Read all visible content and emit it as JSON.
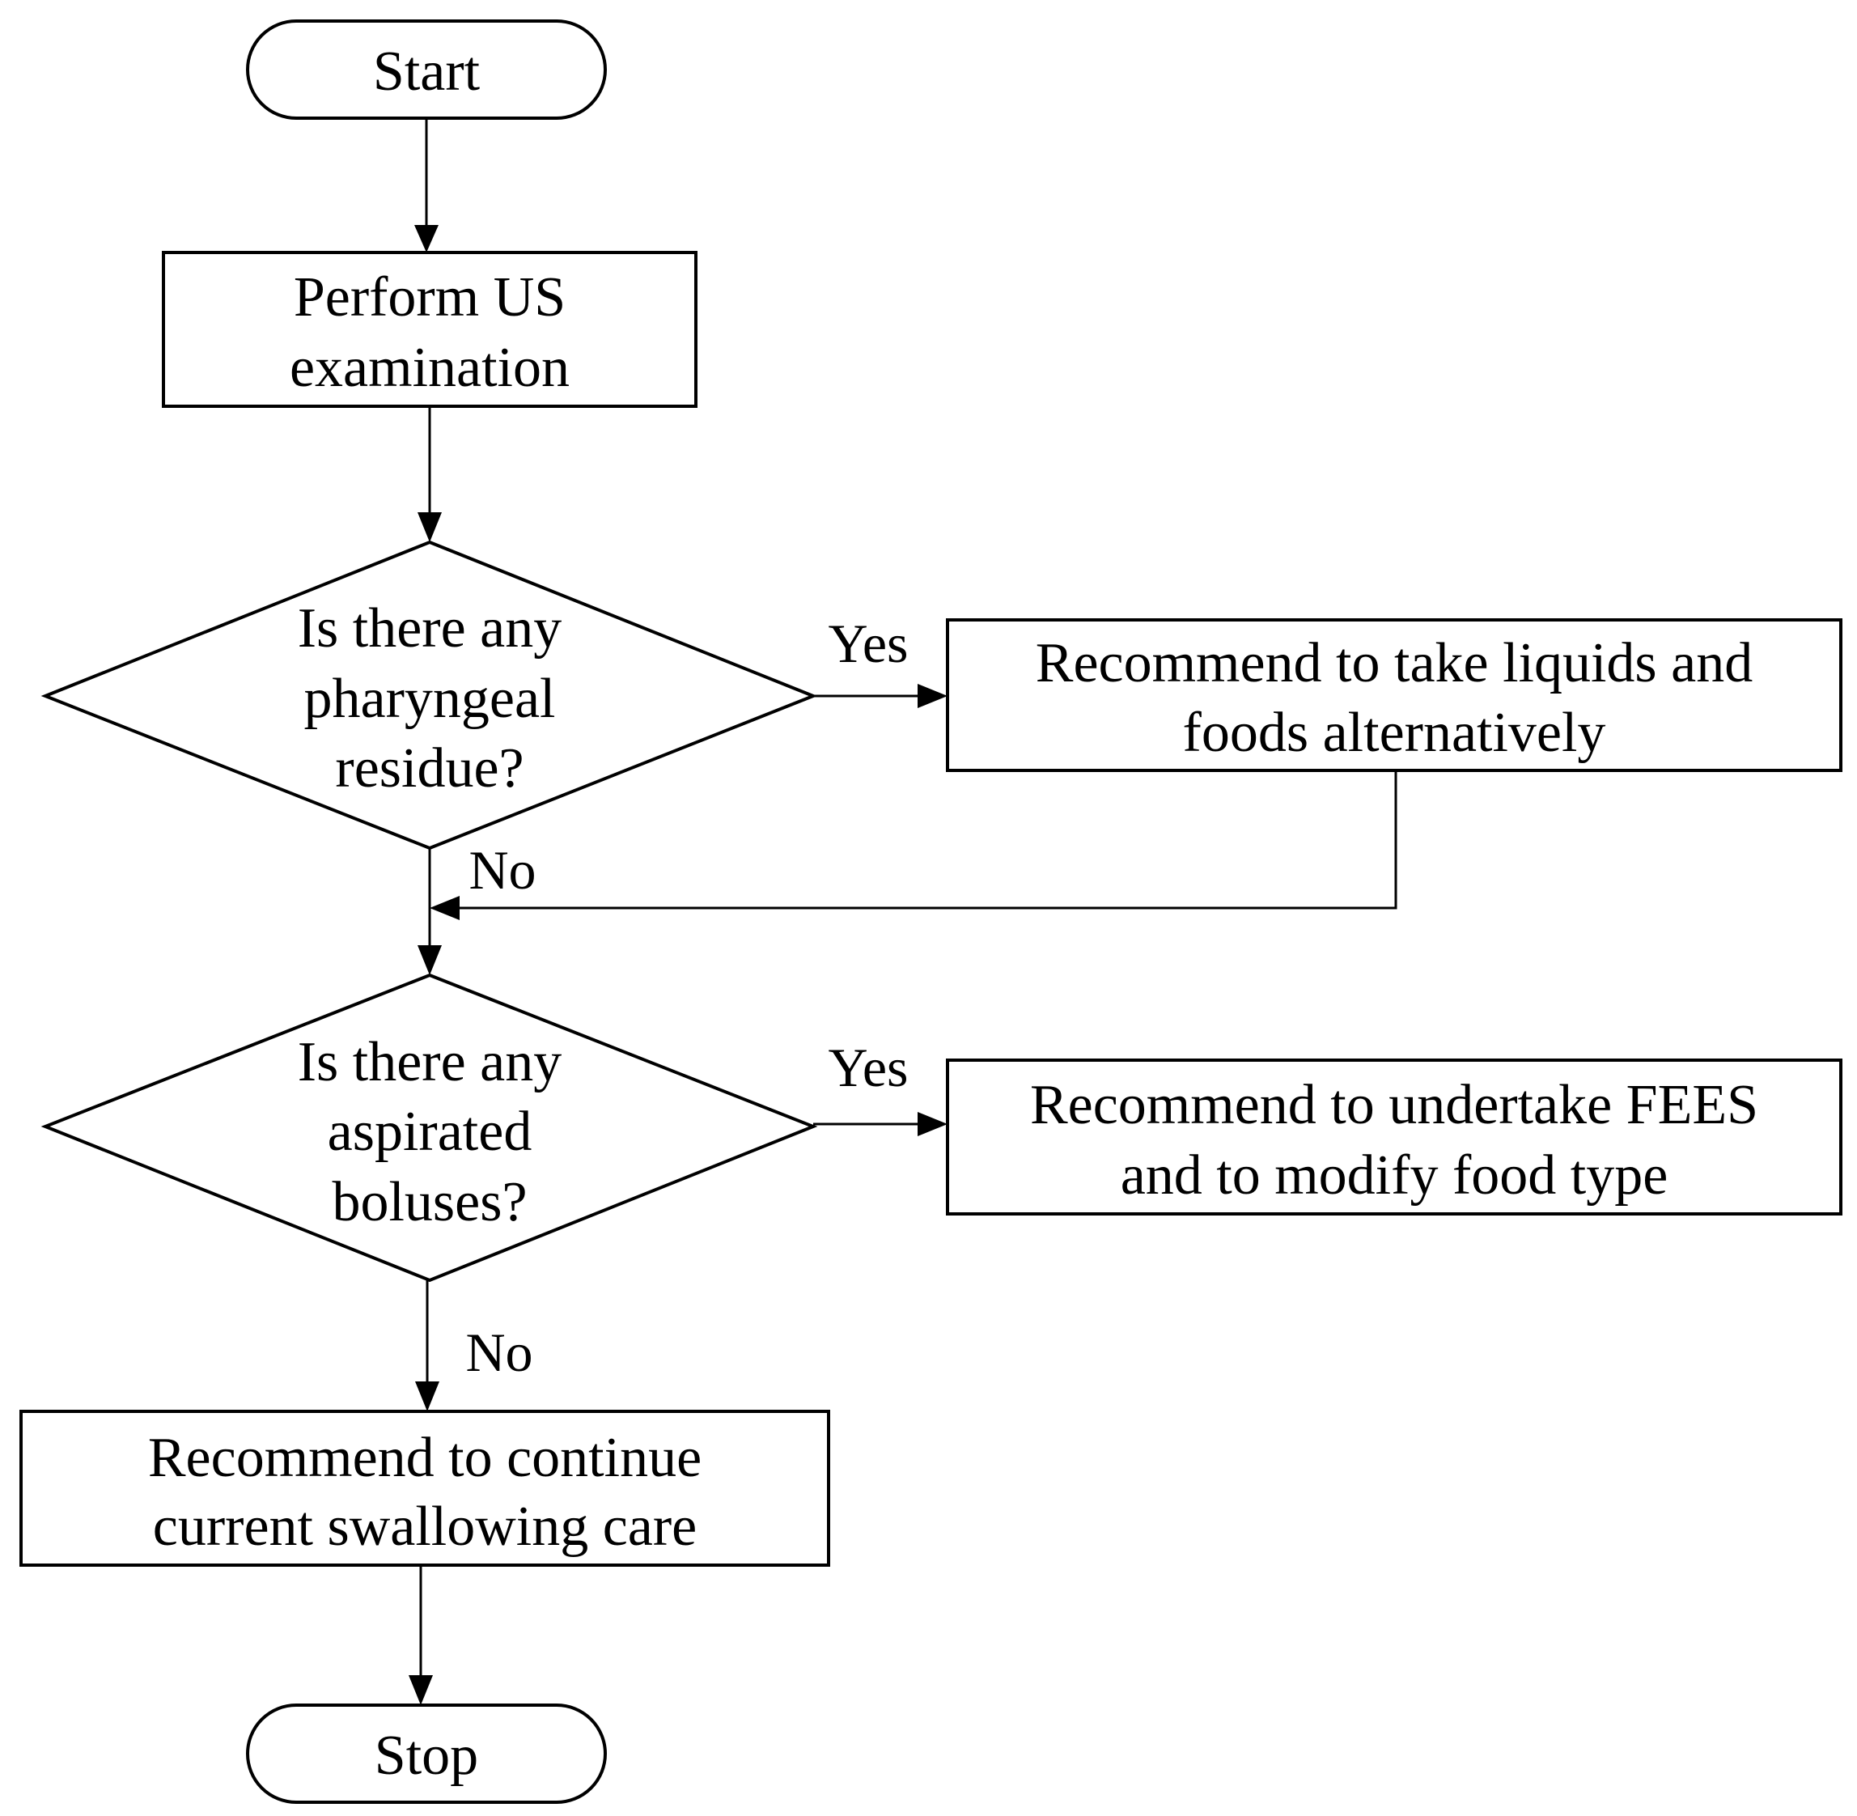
{
  "diagram": {
    "start": "Start",
    "step_us": [
      "Perform US",
      "examination"
    ],
    "decision_residue": [
      "Is there any",
      "pharyngeal",
      "residue?"
    ],
    "action_alternate": [
      "Recommend to take liquids and",
      "foods alternatively"
    ],
    "decision_aspiration": [
      "Is there any",
      "aspirated",
      "boluses?"
    ],
    "action_fees": [
      "Recommend to undertake FEES",
      "and to modify food type"
    ],
    "action_continue": [
      "Recommend to continue",
      "current swallowing care"
    ],
    "stop": "Stop",
    "labels": {
      "yes_1": "Yes",
      "no_1": "No",
      "yes_2": "Yes",
      "no_2": "No"
    },
    "colors": {
      "stroke": "#000000",
      "fill": "#ffffff",
      "text": "#000000"
    }
  }
}
